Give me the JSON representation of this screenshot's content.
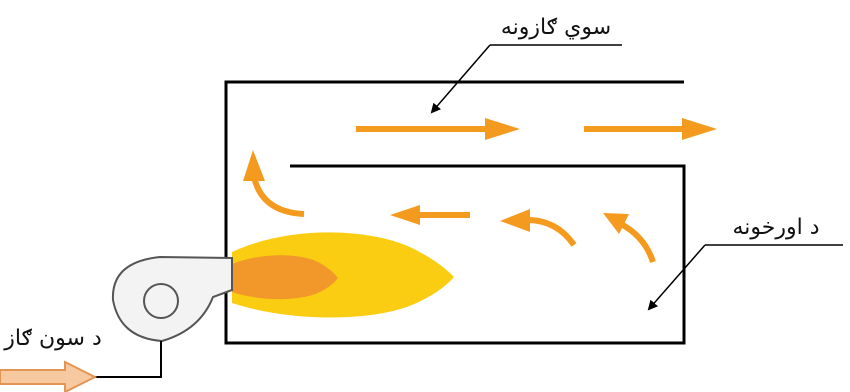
{
  "labels": {
    "exhaust_gases": "سوي ګازونه",
    "furnace": "د اورخونه",
    "gas_inlet": "د سون ګاز"
  },
  "colors": {
    "line": "#000000",
    "flow_arrow": "#f39a1f",
    "flame_outer": "#fbcd12",
    "flame_inner": "#f2972a",
    "inlet_arrow_fill": "#f7c9a0",
    "inlet_arrow_stroke": "#e39554",
    "blower_fill": "#f3f3f3",
    "blower_stroke": "#555555"
  }
}
